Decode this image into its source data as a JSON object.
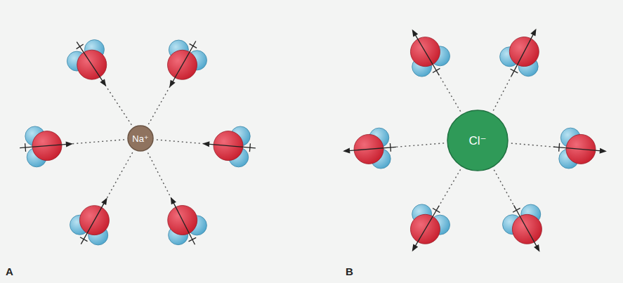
{
  "diagram": {
    "nodes": [
      {
        "text": [
          "Na⁺"
        ]
      },
      {
        "text": [
          "Cl⁻"
        ]
      }
    ],
    "labels": [
      "A",
      "B"
    ]
  }
}
